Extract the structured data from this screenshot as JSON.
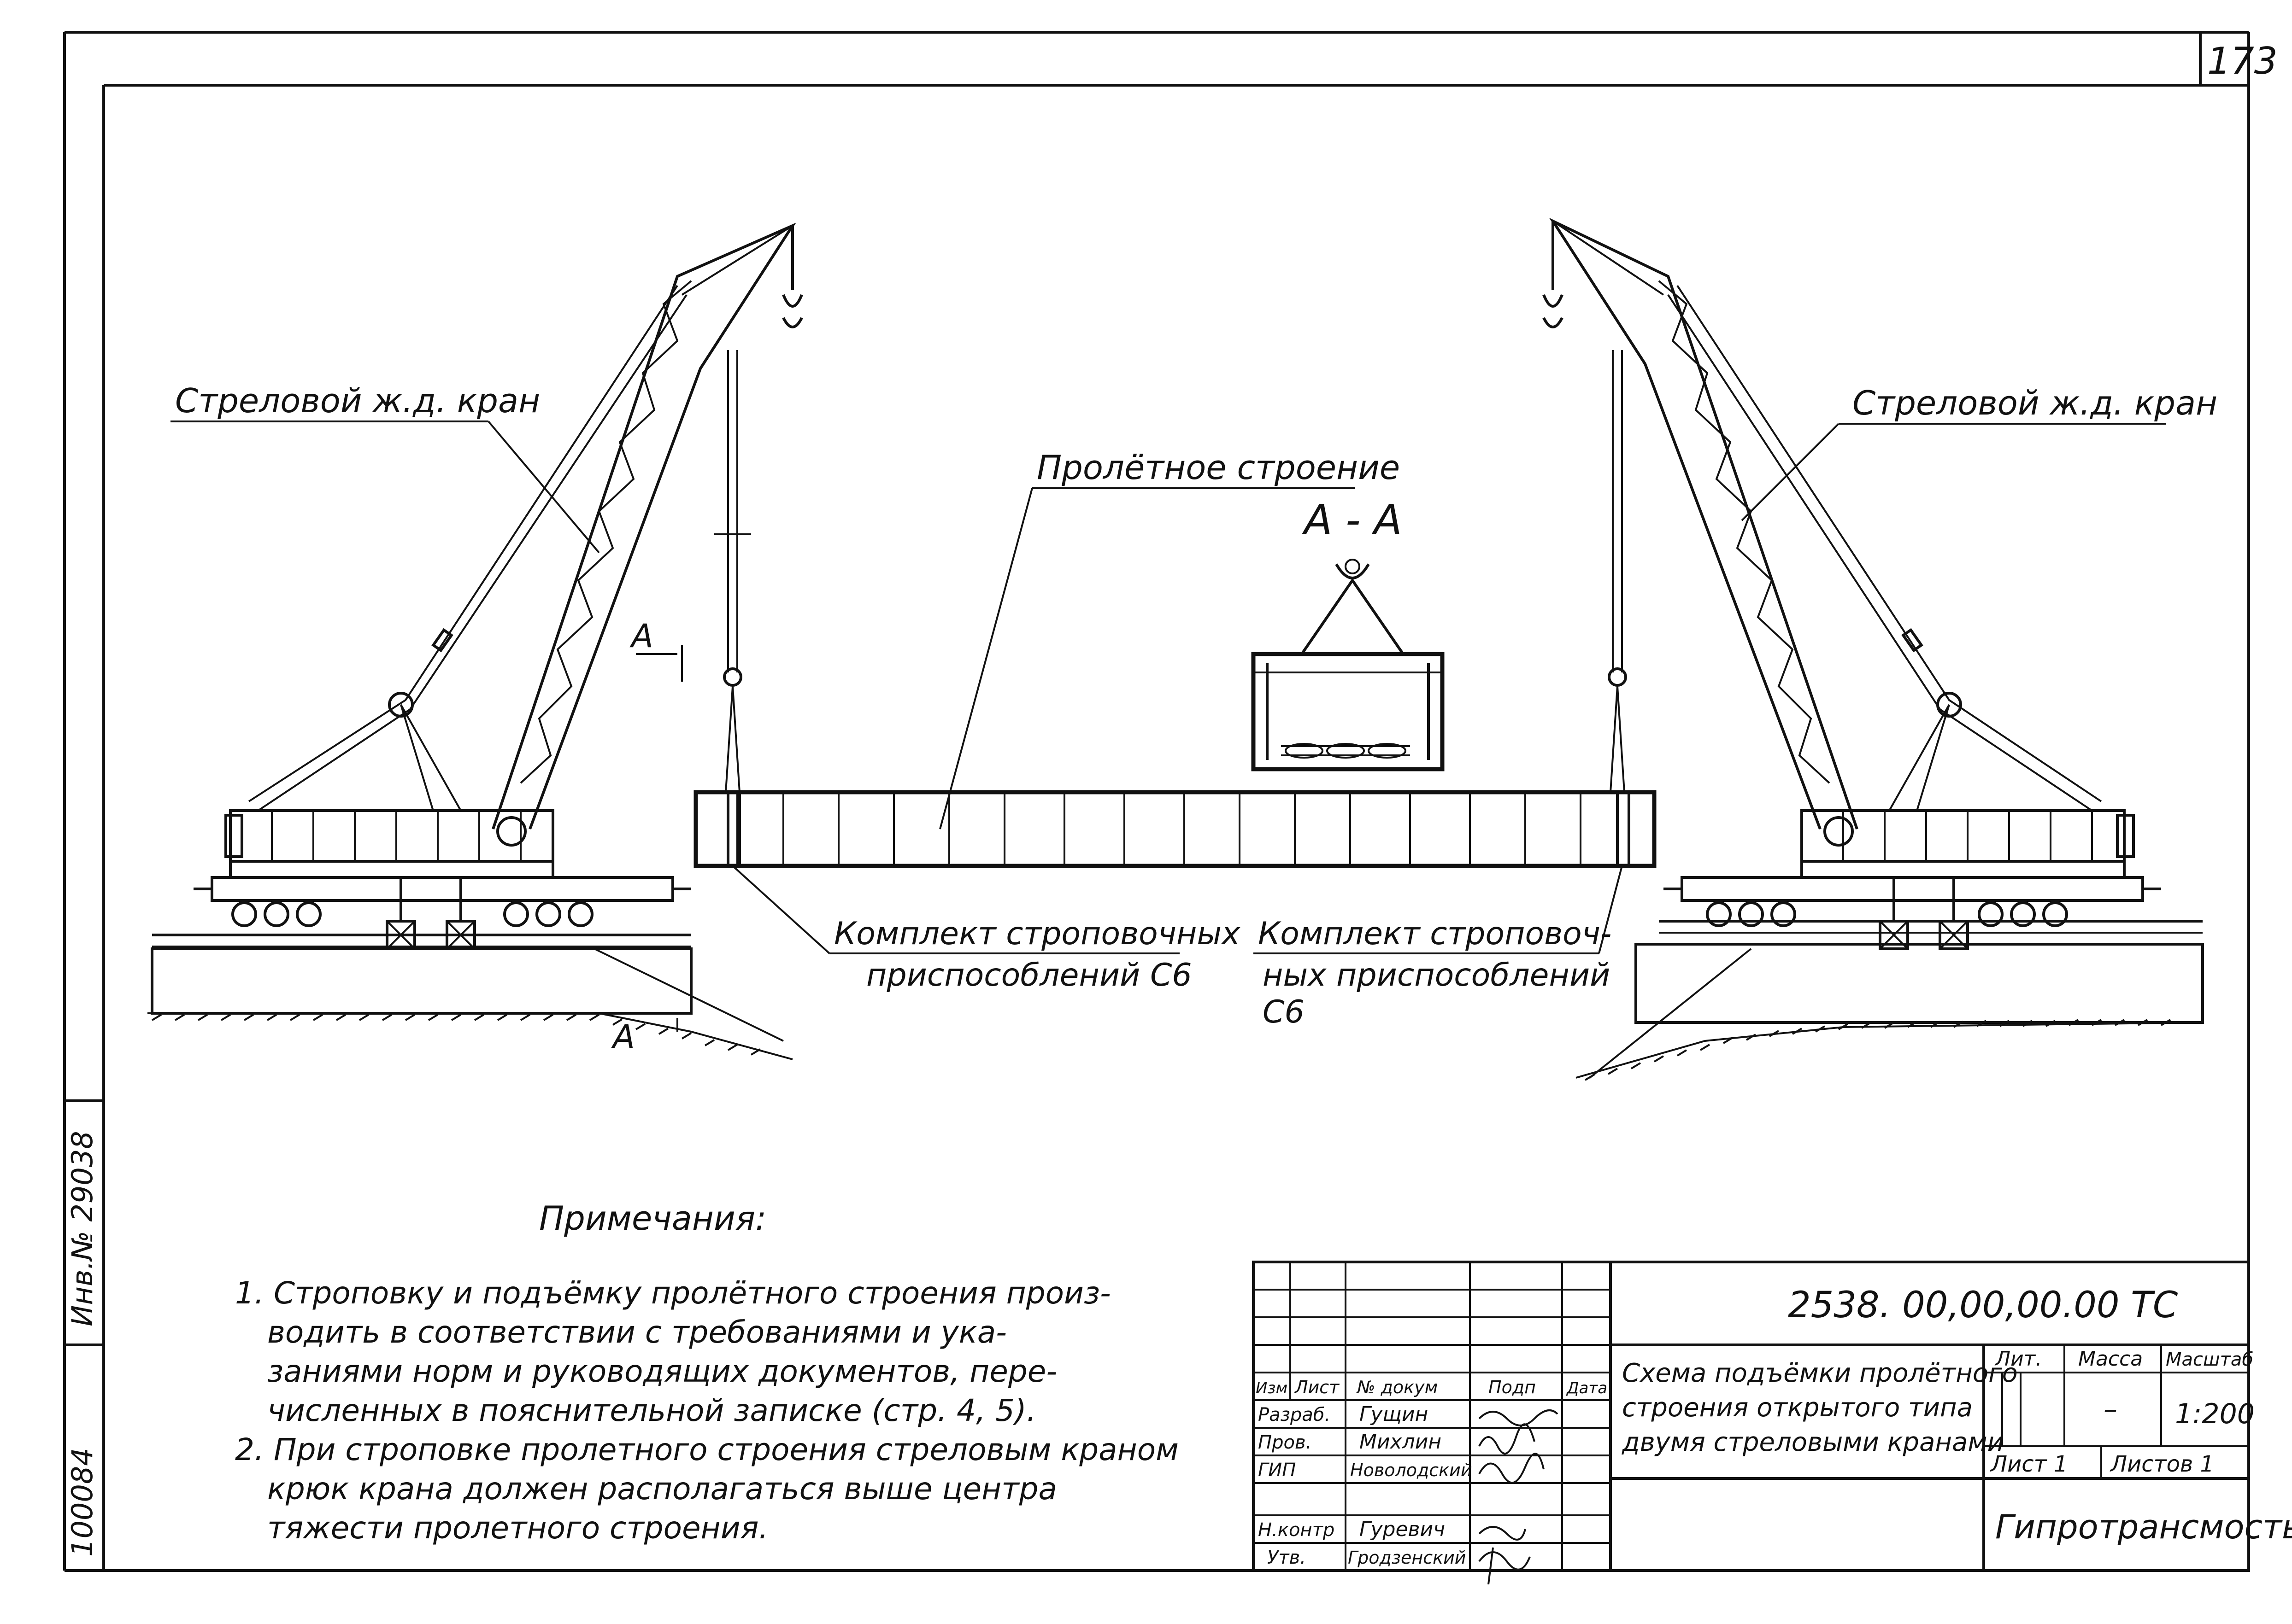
{
  "sheet_number": "173",
  "labels": {
    "crane_left": "Стреловой ж.д. кран",
    "crane_right": "Стреловой ж.д. кран",
    "span": "Пролётное строение",
    "section_title": "А - А",
    "section_mark": "А",
    "section_mark_lower": "А",
    "rigging_left_1": "Комплект строповочных",
    "rigging_left_2": "приспособлений С6",
    "rigging_right_1": "Комплект строповоч-",
    "rigging_right_2": "ных приспособлений",
    "rigging_right_3": "С6"
  },
  "notes": {
    "title": "Примечания:",
    "lines": [
      "1. Строповку и подъёмку пролётного строения произ-",
      "водить в соответствии с требованиями и ука-",
      "заниями норм и руководящих документов, пере-",
      "численных в пояснительной записке (стр. 4, 5).",
      "2. При строповке пролетного строения стреловым краном",
      "крюк крана должен располагаться выше центра",
      "тяжести пролетного строения."
    ]
  },
  "title_block": {
    "doc_code": "2538. 00,00,00.00 ТС",
    "description": [
      "Схема подъёмки пролётного",
      "строения открытого типа",
      "двумя стреловыми кранами"
    ],
    "col_headers": [
      "Изм",
      "Лист",
      "№ докум",
      "Подп",
      "Дата"
    ],
    "roles": [
      {
        "role": "Разраб.",
        "name": "Гущин"
      },
      {
        "role": "Пров.",
        "name": "Михлин"
      },
      {
        "role": "ГИП",
        "name": "Новолодский"
      },
      {
        "role": "Н.контр",
        "name": "Гуревич"
      },
      {
        "role": "Утв.",
        "name": "Гродзенский"
      }
    ],
    "lit_label": "Лит.",
    "mass_label": "Масса",
    "scale_label": "Масштаб",
    "mass_value": "–",
    "scale_value": "1:200",
    "sheet_label": "Лист 1",
    "sheets_label": "Листов 1",
    "organization": "Гипротрансмость"
  },
  "side_stamp": {
    "inv_number": "100084",
    "archive_note": "Инв.№ 29038"
  }
}
